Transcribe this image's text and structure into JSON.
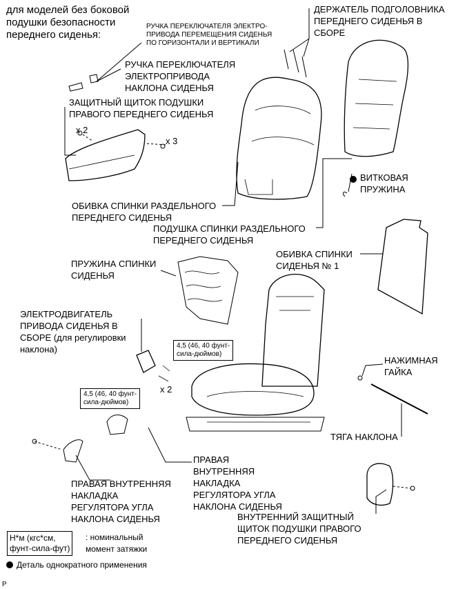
{
  "labels": {
    "no_airbag": "для моделей без боковой\nподушки безопасности\nпереднего сиденья:",
    "switch_knob_slide": "РУЧКА ПЕРЕКЛЮЧАТЕЛЯ ЭЛЕКТРО-\nПРИВОДА ПЕРЕМЕЩЕНИЯ СИДЕНЬЯ\nПО ГОРИЗОНТАЛИ И ВЕРТИКАЛИ",
    "headrest_support": "ДЕРЖАТЕЛЬ ПОДГОЛОВНИКА\nПЕРЕДНЕГО СИДЕНЬЯ В\nСБОРЕ",
    "recline_knob": "РУЧКА ПЕРЕКЛЮЧАТЕЛЯ\nЭЛЕКТРОПРИВОДА\nНАКЛОНА СИДЕНЬЯ",
    "cushion_shield": "ЗАЩИТНЫЙ ЩИТОК ПОДУШКИ\nПРАВОГО ПЕРЕДНЕГО СИДЕНЬЯ",
    "qty_x2_top": "x 2",
    "qty_x3": "x 3",
    "coil_spring": "ВИТКОВАЯ\nПРУЖИНА",
    "back_cover": "ОБИВКА СПИНКИ РАЗДЕЛЬНОГО\nПЕРЕДНЕГО СИДЕНЬЯ",
    "back_pad": "ПОДУШКА СПИНКИ РАЗДЕЛЬНОГО\nПЕРЕДНЕГО СИДЕНЬЯ",
    "back_board": "ОБИВКА СПИНКИ\nСИДЕНЬЯ № 1",
    "back_spring": "ПРУЖИНА СПИНКИ\nСИДЕНЬЯ",
    "motor": "ЭЛЕКТРОДВИГАТЕЛЬ\nПРИВОДА СИДЕНЬЯ В\nСБОРЕ (для регулировки\nнаклона)",
    "torque_1": "4,5 (46, 40 фунт-\nсила-дюймов)",
    "torque_2": "4,5 (46, 40 фунт-\nсила-дюймов)",
    "qty_x2_bottom": "x 2",
    "push_nut": "НАЖИМНАЯ\nГАЙКА",
    "recline_rod": "ТЯГА НАКЛОНА",
    "right_outer_cover": "ПРАВАЯ\nВНУТРЕННЯЯ\nНАКЛАДКА\nРЕГУЛЯТОРА УГЛА\nНАКЛОНА СИДЕНЬЯ",
    "right_inner_cover": "ПРАВАЯ ВНУТРЕННЯЯ\nНАКЛАДКА\nРЕГУЛЯТОРА УГЛА\nНАКЛОНА СИДЕНЬЯ",
    "inner_shield": "ВНУТРЕННИЙ ЗАЩИТНЫЙ\nЩИТОК ПОДУШКИ ПРАВОГО\nПЕРЕДНЕГО СИДЕНЬЯ",
    "legend_unit": "Н*м (кгс*см,\nфунт-сила-фут)",
    "legend_unit_desc": ": номинальный\nмомент затяжки",
    "legend_nonreusable": "Деталь однократного применения",
    "corner_mark": "P"
  }
}
